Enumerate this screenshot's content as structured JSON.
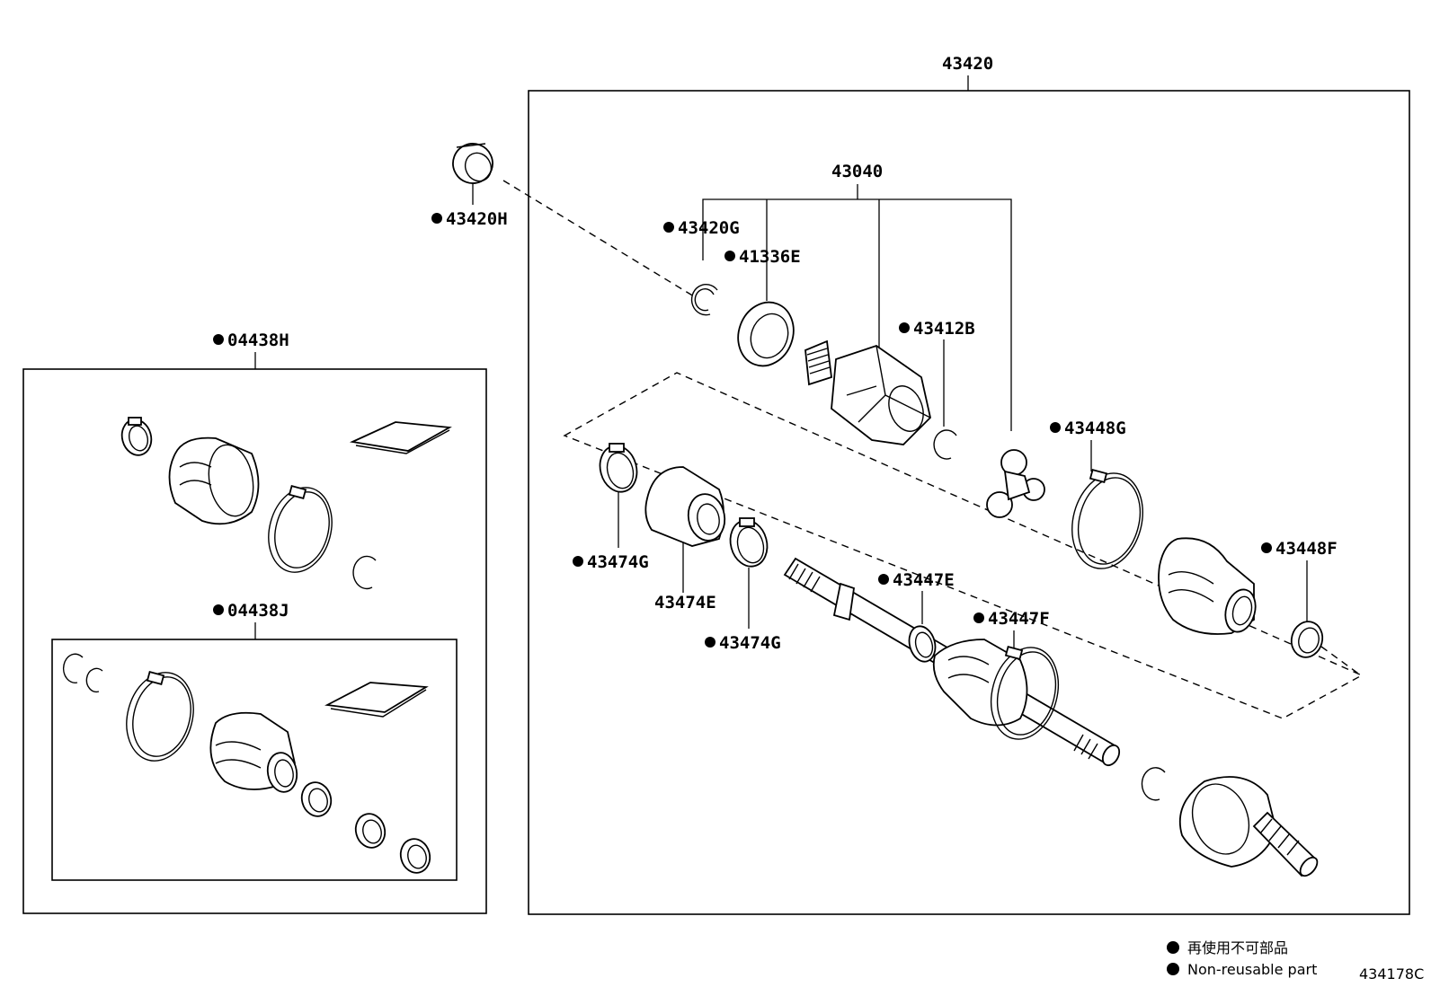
{
  "labels": {
    "assy_43420": "43420",
    "assy_43040": "43040",
    "p43420H": "43420H",
    "p43420G": "43420G",
    "p41336E": "41336E",
    "p43412B": "43412B",
    "p43448G": "43448G",
    "p43448F": "43448F",
    "p43474G_a": "43474G",
    "p43474E": "43474E",
    "p43474G_b": "43474G",
    "p43447E": "43447E",
    "p43447F": "43447F",
    "kit_04438H": "04438H",
    "kit_04438J": "04438J"
  },
  "legend": {
    "japanese": "再使用不可部品",
    "english": "Non-reusable part"
  },
  "diagram_code": "434178C"
}
